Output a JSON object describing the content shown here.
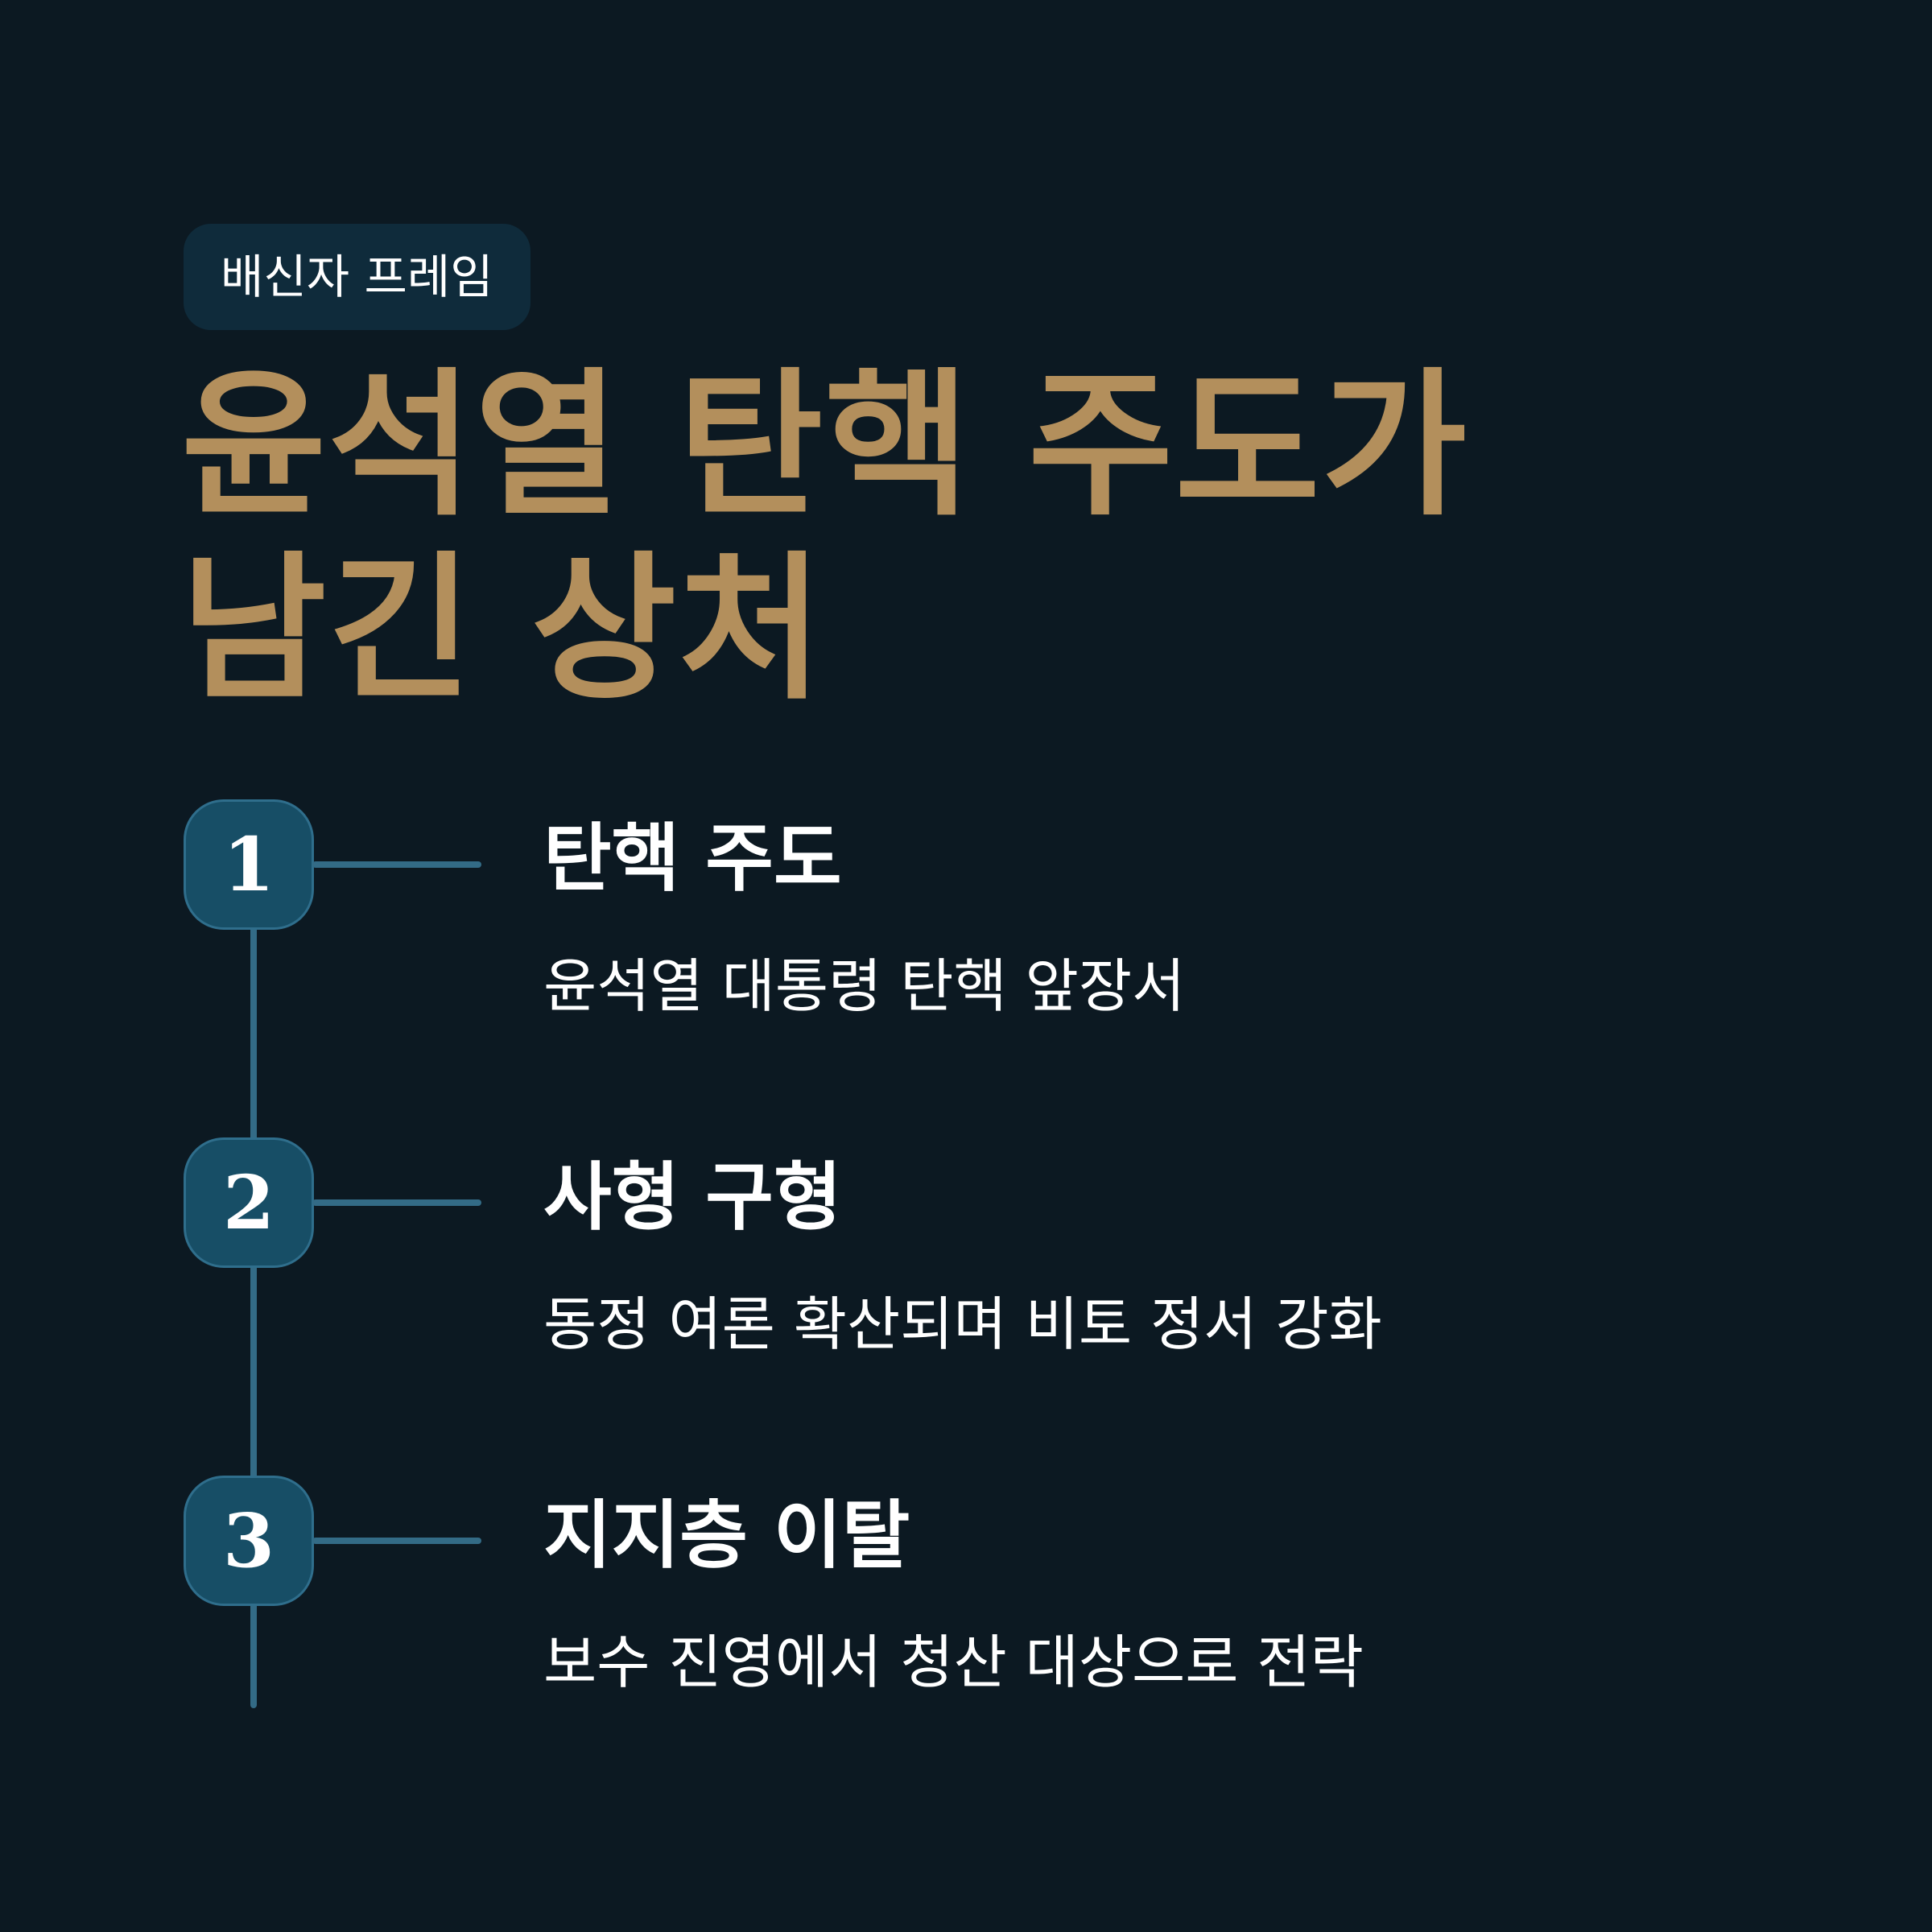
{
  "badge": "배신자 프레임",
  "title": {
    "line1": "윤석열 탄핵 주도가",
    "line2": "남긴 상처"
  },
  "steps": [
    {
      "number": "1",
      "title": "탄핵 주도",
      "desc": "윤석열 대통령 탄핵 앞장서"
    },
    {
      "number": "2",
      "title": "사형 구형",
      "desc": "동정 여론 확산되며 비토 정서 강화"
    },
    {
      "number": "3",
      "title": "지지층 이탈",
      "desc": "보수 진영에서 청산 대상으로 전락"
    }
  ],
  "colors": {
    "background": "#0c1922",
    "accent_gold": "#b38f5c",
    "badge_bg": "#0f2b3b",
    "circle_bg": "#174e66",
    "line": "#336b86"
  }
}
